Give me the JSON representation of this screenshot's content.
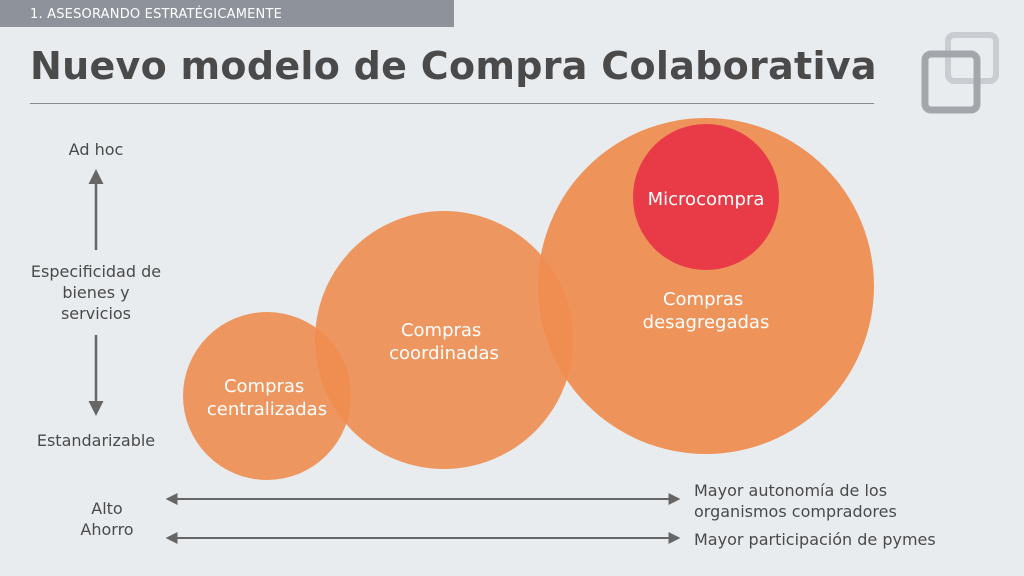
{
  "header": {
    "section_tab": "1. ASESORANDO ESTRATÉGICAMENTE",
    "title": "Nuevo modelo de Compra Colaborativa"
  },
  "logo": {
    "icon": "overlapping-squares-logo"
  },
  "vertical_axis": {
    "top_label": "Ad hoc",
    "middle_label_lines": [
      "Especificidad de",
      "bienes y",
      "servicios"
    ],
    "bottom_label": "Estandarizable"
  },
  "bottom_axis": {
    "left_label_lines": [
      "Alto",
      "Ahorro"
    ],
    "arrow1_label_lines": [
      "Mayor autonomía de los",
      "organismos compradores"
    ],
    "arrow2_label": "Mayor participación de pymes"
  },
  "circles": [
    {
      "id": "centralizadas",
      "label_lines": [
        "Compras",
        "centralizadas"
      ]
    },
    {
      "id": "coordinadas",
      "label_lines": [
        "Compras",
        "coordinadas"
      ]
    },
    {
      "id": "desagregadas",
      "label_lines": [
        "Compras",
        "desagregadas"
      ]
    },
    {
      "id": "microcompra",
      "label_lines": [
        "Microcompra"
      ]
    }
  ],
  "colors": {
    "orange": "#ee8d4f",
    "red": "#e83b47",
    "text_dark": "#4a4a4a",
    "arrow": "#666666",
    "header_tab": "#8e939b"
  }
}
